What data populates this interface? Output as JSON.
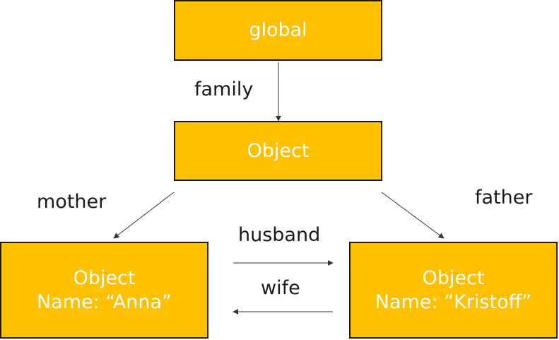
{
  "nodes": {
    "global": {
      "text": "global"
    },
    "object_root": {
      "text": "Object"
    },
    "anna": {
      "line1": "Object",
      "line2": "Name: “Anna”"
    },
    "kristoff": {
      "line1": "Object",
      "line2": "Name: ”Kristoff”"
    }
  },
  "edges": {
    "family": "family",
    "mother": "mother",
    "father": "father",
    "husband": "husband",
    "wife": "wife"
  },
  "colors": {
    "node_fill": "#ffc000",
    "node_border": "#1a1a1a",
    "node_text": "#ffffff",
    "edge": "#333333"
  }
}
